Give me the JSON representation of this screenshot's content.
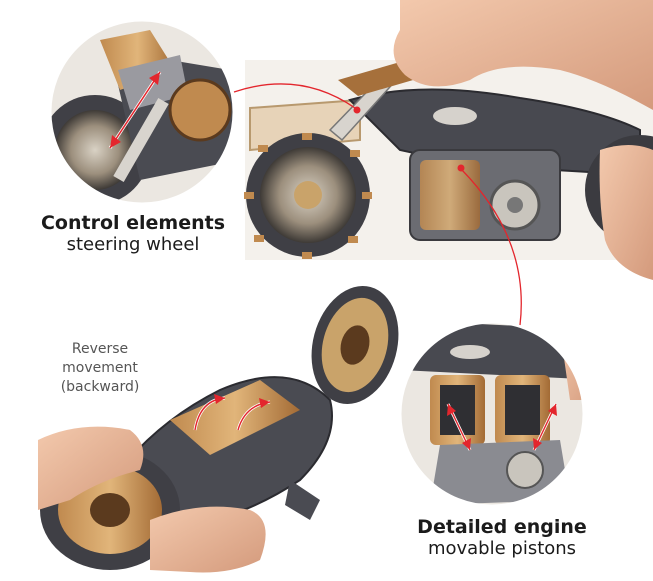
{
  "captions": {
    "control_title": "Control elements",
    "control_sub": "steering wheel",
    "engine_title": "Detailed engine",
    "engine_sub": "movable pistons",
    "reverse_line1": "Reverse",
    "reverse_line2": "movement",
    "reverse_line3": "(backward)"
  },
  "colors": {
    "callout_line": "#e3262d",
    "arrow": "#ffffff",
    "wood_light": "#d9a868",
    "wood_mid": "#a8713b",
    "wood_dark": "#5b3a1e",
    "grey_panel": "#4a4b52",
    "skin": "#e8b89a"
  }
}
